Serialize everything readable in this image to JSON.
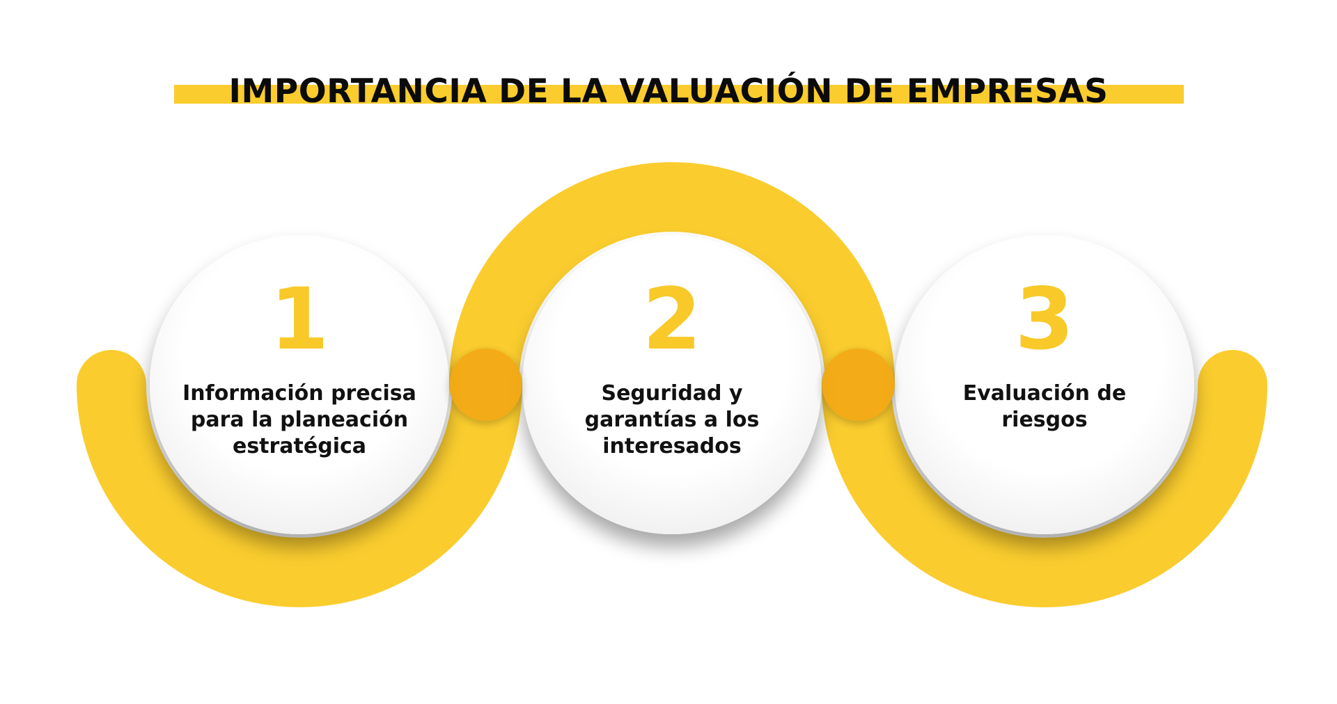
{
  "title": "IMPORTANCIA DE LA VALUACIÓN DE EMPRESAS",
  "colors": {
    "accent": "#FACC2E",
    "joint": "#F3A914",
    "circle": "#ffffff",
    "text": "#111111",
    "number": "#F8C928"
  },
  "steps": [
    {
      "number": "1",
      "lines": [
        "Información precisa",
        "para la planeación",
        "estratégica"
      ]
    },
    {
      "number": "2",
      "lines": [
        "Seguridad y",
        "garantías a los",
        "interesados"
      ]
    },
    {
      "number": "3",
      "lines": [
        "Evaluación de",
        "riesgos"
      ]
    }
  ]
}
